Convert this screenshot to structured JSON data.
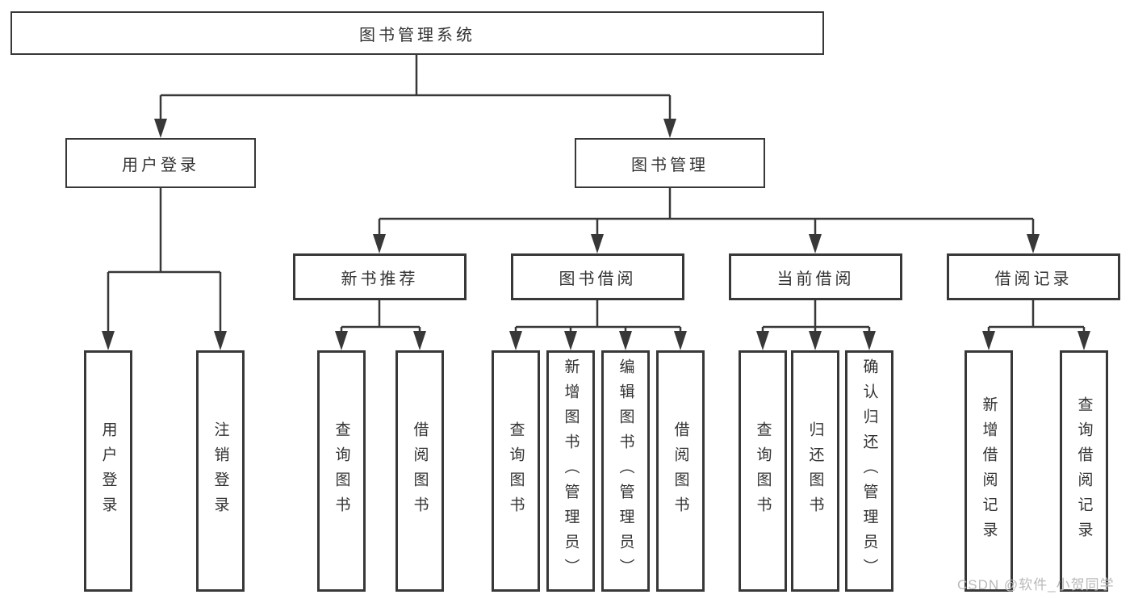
{
  "diagram_title": "图书管理系统",
  "tree": {
    "label": "图书管理系统",
    "children": [
      {
        "label": "用户登录",
        "children": [
          {
            "label": "用户登录"
          },
          {
            "label": "注销登录"
          }
        ]
      },
      {
        "label": "图书管理",
        "children": [
          {
            "label": "新书推荐",
            "children": [
              {
                "label": "查询图书"
              },
              {
                "label": "借阅图书"
              }
            ]
          },
          {
            "label": "图书借阅",
            "children": [
              {
                "label": "查询图书"
              },
              {
                "label": "新增图书（管理员）"
              },
              {
                "label": "编辑图书（管理员）"
              },
              {
                "label": "借阅图书"
              }
            ]
          },
          {
            "label": "当前借阅",
            "children": [
              {
                "label": "查询图书"
              },
              {
                "label": "归还图书"
              },
              {
                "label": "确认归还（管理员）"
              }
            ]
          },
          {
            "label": "借阅记录",
            "children": [
              {
                "label": "新增借阅记录"
              },
              {
                "label": "查询借阅记录"
              }
            ]
          }
        ]
      }
    ]
  },
  "watermark": "CSDN @软件_小贺同学",
  "colors": {
    "line": "#383838",
    "text": "#333333",
    "box_fill": "#ffffff",
    "watermark": "#b9b9b9",
    "background": "#ffffff"
  }
}
